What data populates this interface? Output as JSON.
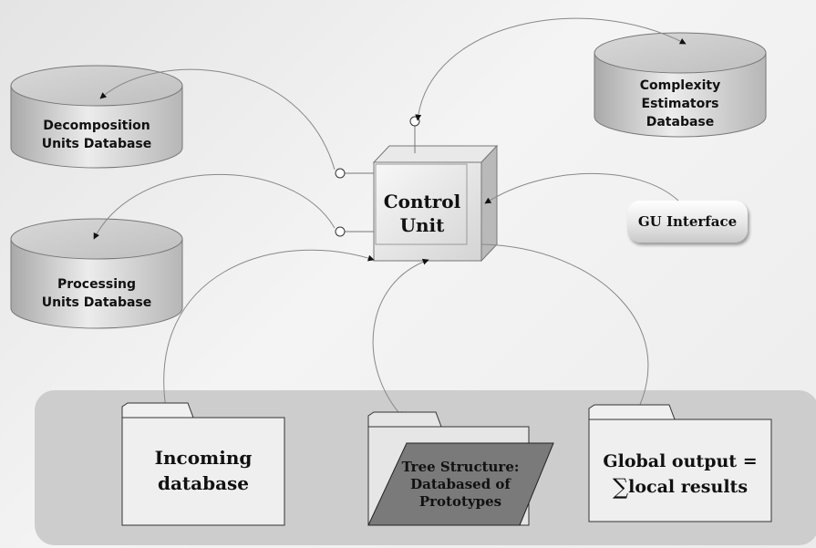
{
  "databases": {
    "decomposition": {
      "line1": "Decomposition",
      "line2": "Units Database"
    },
    "processing": {
      "line1": "Processing",
      "line2": "Units Database"
    },
    "complexity": {
      "line1": "Complexity",
      "line2": "Estimators",
      "line3": "Database"
    }
  },
  "control_unit": {
    "line1": "Control",
    "line2": "Unit"
  },
  "gui": {
    "label": "GU Interface"
  },
  "folders": {
    "incoming": {
      "line1": "Incoming",
      "line2": "database"
    },
    "tree": {
      "line1": "Tree Structure:",
      "line2": "Databased of",
      "line3": "Prototypes"
    },
    "global": {
      "line1": "Global output =",
      "sigma": "∑",
      "line2": "local results"
    }
  },
  "colors": {
    "cylinder_light": "#e8e8e8",
    "cylinder_dark": "#a8a8a8",
    "panel": "#cdcdcd",
    "tree_folder": "#7a7a7a"
  }
}
